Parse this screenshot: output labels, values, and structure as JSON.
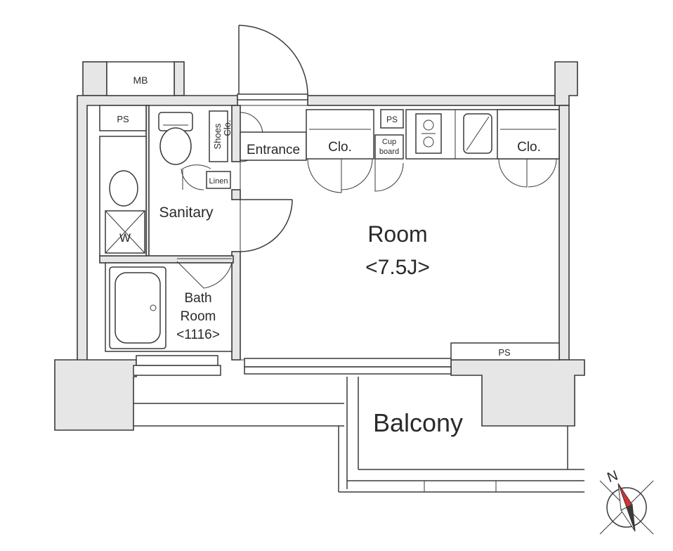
{
  "labels": {
    "mb": "MB",
    "ps_left": "PS",
    "ps_kitchen": "PS",
    "ps_room": "PS",
    "shoes_clo_1": "Shoes",
    "shoes_clo_2": "Clo.",
    "entrance": "Entrance",
    "clo_left": "Clo.",
    "cupboard_1": "Cup",
    "cupboard_2": "board",
    "clo_right": "Clo.",
    "linen": "Linen",
    "sanitary": "Sanitary",
    "washer": "W",
    "room": "Room",
    "room_size": "<7.5J>",
    "bath_1": "Bath",
    "bath_2": "Room",
    "bath_3": "<1116>",
    "balcony": "Balcony",
    "compass_n": "N"
  },
  "colors": {
    "wall_fill": "#e6e6e6",
    "line": "#3a3a3a",
    "compass_needle": "#d93030"
  },
  "icons": [
    "compass-icon",
    "stove-icon",
    "sink-icon",
    "toilet-icon",
    "washbasin-icon",
    "bathtub-icon",
    "washer-icon"
  ]
}
